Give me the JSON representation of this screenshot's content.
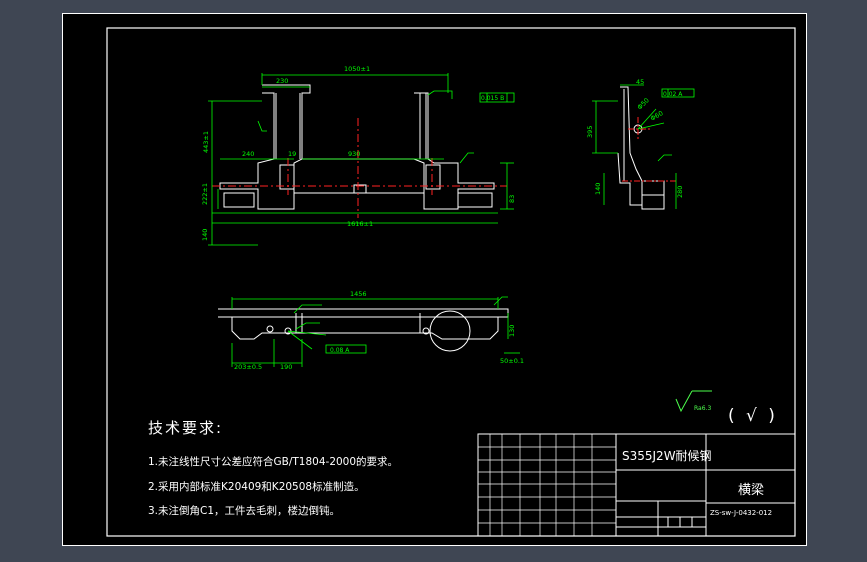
{
  "technical_requirements": {
    "title": "技术要求:",
    "items": [
      "1.未注线性尺寸公差应符合GB/T1804-2000的要求。",
      "2.采用内部标准K20409和K20508标准制造。",
      "3.未注倒角C1，工件去毛刺，楼边倒钝。"
    ]
  },
  "title_block": {
    "material": "S355J2W耐候钢",
    "part_name": "横梁",
    "drawing_code": "ZS-sw-J-0432-012"
  },
  "roughness": {
    "general_mark": "( √ )",
    "value": "Ra6.3"
  },
  "dimensions": {
    "front_top_overall": "1050±1",
    "front_left_width": "230",
    "front_flange_tol": "0.015 B",
    "front_height": "443±1",
    "front_left_offset": "240",
    "front_inner": "19",
    "front_center": "930",
    "front_left_mid": "222±1",
    "front_left_low": "140",
    "front_right_side": "83",
    "front_bottom_overall": "1616±1",
    "side_top": "45",
    "side_tol": "0.02 A",
    "side_height": "395",
    "side_angle": "Φ50",
    "side_hole": "Φ60",
    "side_low_left": "140",
    "side_low_right": "280",
    "plan_overall": "1456",
    "plan_tol": "0.08 A",
    "plan_bottom_left": "203±0.5",
    "plan_bottom_mid": "190",
    "plan_right_vert": "130",
    "plan_right_low": "50±0.1"
  },
  "colors": {
    "background_frame": "#3f4653",
    "sheet": "#000000",
    "geometry": "#ffffff",
    "dimension": "#00ff00",
    "centerline": "#ff2222"
  }
}
